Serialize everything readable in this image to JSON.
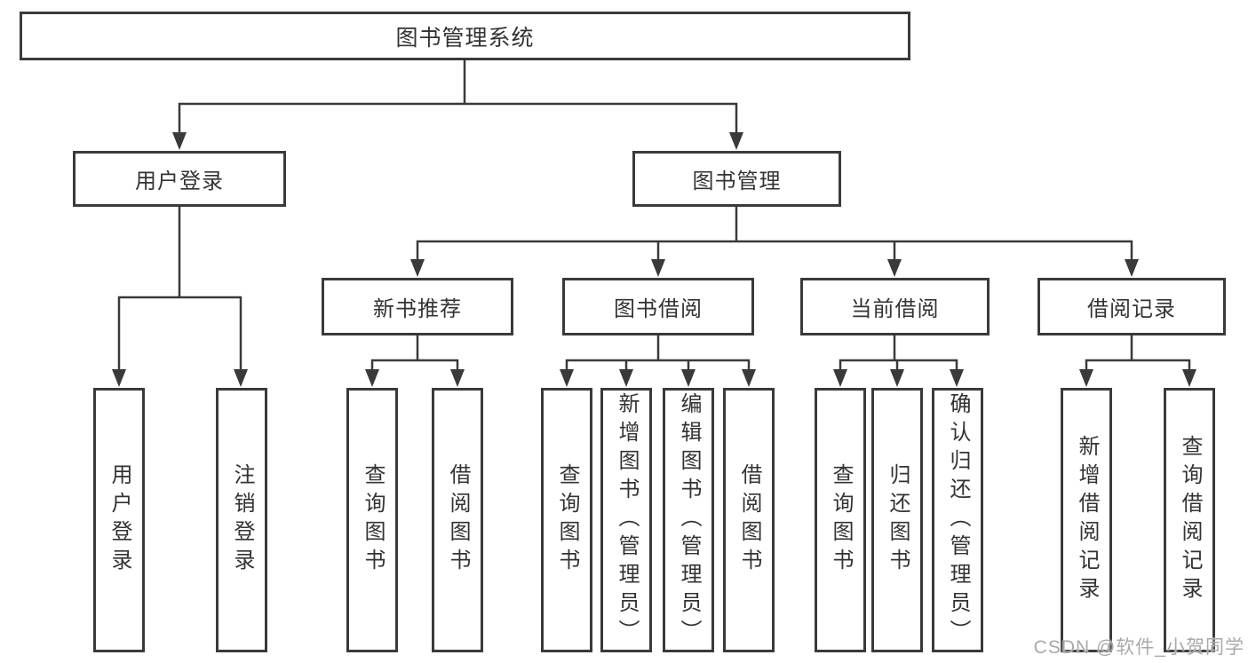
{
  "diagram": {
    "root": {
      "label": "图书管理系统"
    },
    "children": [
      {
        "label": "用户登录",
        "children": [
          {
            "label": "用户登录"
          },
          {
            "label": "注销登录"
          }
        ]
      },
      {
        "label": "图书管理",
        "children": [
          {
            "label": "新书推荐",
            "children": [
              {
                "label": "查询图书"
              },
              {
                "label": "借阅图书"
              }
            ]
          },
          {
            "label": "图书借阅",
            "children": [
              {
                "label": "查询图书"
              },
              {
                "label": "新增图书（管理员）"
              },
              {
                "label": "编辑图书（管理员）"
              },
              {
                "label": "借阅图书"
              }
            ]
          },
          {
            "label": "当前借阅",
            "children": [
              {
                "label": "查询图书"
              },
              {
                "label": "归还图书"
              },
              {
                "label": "确认归还（管理员）"
              }
            ]
          },
          {
            "label": "借阅记录",
            "children": [
              {
                "label": "新增借阅记录"
              },
              {
                "label": "查询借阅记录"
              }
            ]
          }
        ]
      }
    ]
  },
  "watermark": {
    "text": "CSDN @软件_小贺同学"
  },
  "colors": {
    "line": "#3a3a3a",
    "text": "#333333",
    "watermark": "#a9a9a9",
    "background": "#ffffff"
  }
}
